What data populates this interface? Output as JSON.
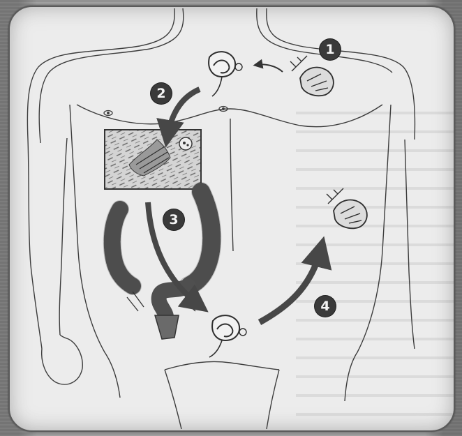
{
  "steps": [
    {
      "label": "1"
    },
    {
      "label": "2"
    },
    {
      "label": "3"
    },
    {
      "label": "4"
    }
  ],
  "colors": {
    "outline": "#3c3c3c",
    "arrow": "#474747",
    "colon": "#555555",
    "panel": "#ececec",
    "micrograph": "#d6d6d6"
  }
}
